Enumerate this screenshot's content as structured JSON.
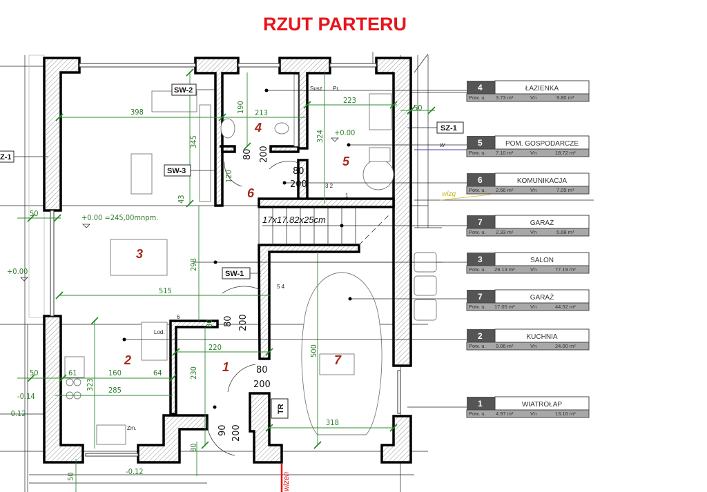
{
  "title": "RZUT PARTERU",
  "rooms_on_plan": [
    "1",
    "2",
    "3",
    "4",
    "5",
    "6",
    "7"
  ],
  "wall_tags": {
    "sw1": "SW-1",
    "sw2": "SW-2",
    "sw3": "SW-3",
    "sz1_left": "Z-1",
    "sz1_right": "SZ-1",
    "tr": "TR"
  },
  "dimensions": [
    "398",
    "345",
    "43",
    "298",
    "515",
    "50",
    "190",
    "213",
    "324",
    "223",
    "50",
    "120",
    "80",
    "220",
    "230",
    "61",
    "160",
    "64",
    "323",
    "285",
    "50",
    "80",
    "500",
    "318",
    "90",
    "50",
    "6"
  ],
  "doors": [
    {
      "w": "80",
      "h": "200"
    },
    {
      "w": "80",
      "h": "200"
    },
    {
      "w": "80",
      "h": "200"
    },
    {
      "w": "80",
      "h": "200"
    },
    {
      "w": "90",
      "h": "200"
    }
  ],
  "levels": {
    "main": "+0.00 =245,00mnpm.",
    "left": "+0.00",
    "bath": "+0.00",
    "k1": "-0.14",
    "k2": "-0.12",
    "bottom": "-0.12"
  },
  "annotations": {
    "stairs": "17x17.82x25cm",
    "susz": "Susz.",
    "pr": "Pr.",
    "lod": "Lod.",
    "zm": "Zm.",
    "w": "w",
    "wlzg": "wlzg",
    "wlzen": "wlzen",
    "stair_nums_a": "3 2",
    "stair_num_b": "1",
    "garage_nums": "5 4"
  },
  "legend": [
    {
      "num": "4",
      "name": "ŁAZIENKA",
      "pow_label": "Pow. u.",
      "pow": "3.73 m²",
      "vn_label": "Vn",
      "vn": "9.80 m³"
    },
    {
      "num": "5",
      "name": "POM. GOSPODARCZE",
      "pow_label": "Pow. u.",
      "pow": "7.10 m²",
      "vn_label": "Vn",
      "vn": "18.72 m³"
    },
    {
      "num": "6",
      "name": "KOMUNIKACJA",
      "pow_label": "Pow. u.",
      "pow": "2.66 m²",
      "vn_label": "Vn",
      "vn": "7.05 m³"
    },
    {
      "num": "7",
      "name": "GARAŻ",
      "pow_label": "Pow. u.",
      "pow": "2.33 m²",
      "vn_label": "Vn",
      "vn": "5.68 m³"
    },
    {
      "num": "3",
      "name": "SALON",
      "pow_label": "Pow. u.",
      "pow": "29.13 m²",
      "vn_label": "Vn",
      "vn": "77.19 m³"
    },
    {
      "num": "7",
      "name": "GARAŻ",
      "pow_label": "Pow. u.",
      "pow": "17.05 m²",
      "vn_label": "Vn",
      "vn": "44.52 m³"
    },
    {
      "num": "2",
      "name": "KUCHNIA",
      "pow_label": "Pow. u.",
      "pow": "9.06 m²",
      "vn_label": "Vn",
      "vn": "24.00 m³"
    },
    {
      "num": "1",
      "name": "WIATROŁAP",
      "pow_label": "Pow. u.",
      "pow": "4.97 m²",
      "vn_label": "Vn",
      "vn": "13.16 m³"
    }
  ],
  "colors": {
    "title": "#e8141b",
    "room_number": "#a52a1a",
    "dimension": "#2e7d2e",
    "legend_number_bg": "#555555",
    "legend_row_bg": "#a8a8a8"
  }
}
